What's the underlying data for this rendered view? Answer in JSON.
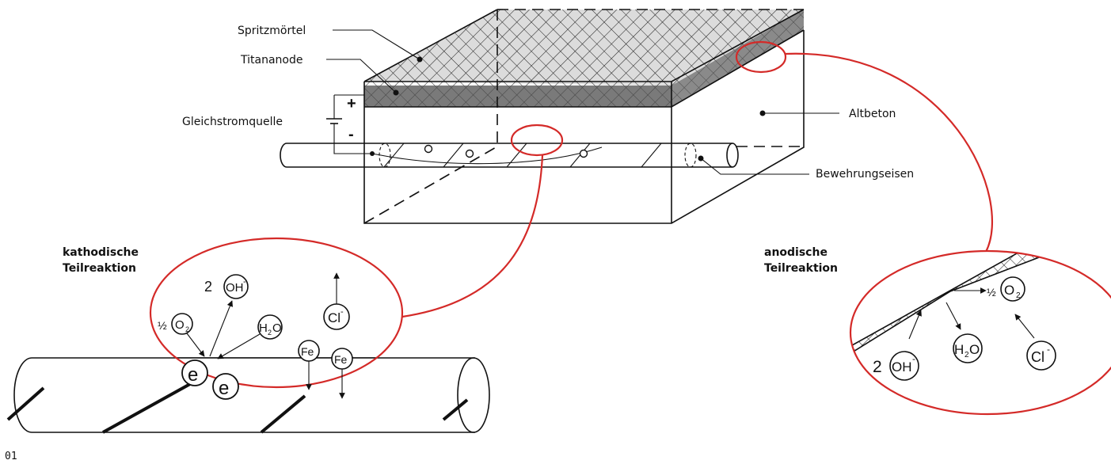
{
  "colors": {
    "highlight": "#d42a28",
    "shotcrete": "#dcdcdc",
    "anode_band": "#7a7a7a",
    "ink": "#111111"
  },
  "labels": {
    "spritzmoertel": "Spritzmörtel",
    "titananode": "Titananode",
    "gleichstromquelle": "Gleichstromquelle",
    "plus": "+",
    "minus": "-",
    "altbeton": "Altbeton",
    "bewehrungseisen": "Bewehrungseisen"
  },
  "cathodic": {
    "title_line1": "kathodische",
    "title_line2": "Teilreaktion",
    "half": "½",
    "o2": "O",
    "o2_sub": "2",
    "two": "2",
    "oh": "OH",
    "oh_sup": "-",
    "h2o_h": "H",
    "h2o_sub": "2",
    "h2o_o": "O",
    "cl": "Cl",
    "cl_sup": "-",
    "electron": "e",
    "fe": "Fe"
  },
  "anodic": {
    "title_line1": "anodische",
    "title_line2": "Teilreaktion",
    "half": "½",
    "o2": "O",
    "o2_sub": "2",
    "two": "2",
    "oh": "OH",
    "oh_sup": "-",
    "h2o_h": "H",
    "h2o_sub": "2",
    "h2o_o": "O",
    "cl": "Cl",
    "cl_sup": "-"
  },
  "figure_number": "01"
}
